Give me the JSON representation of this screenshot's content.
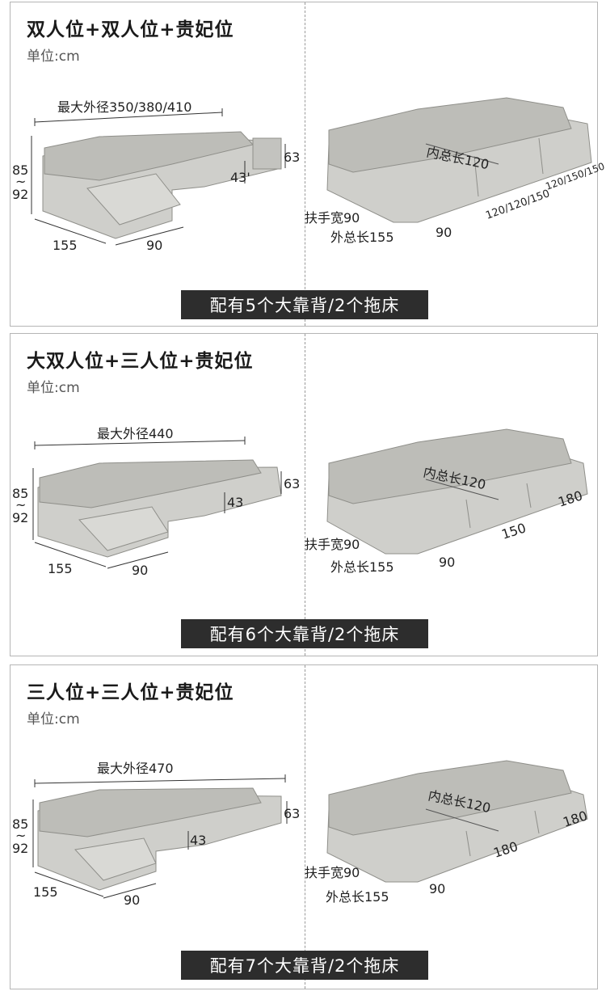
{
  "panels": [
    {
      "title": "双人位+双人位+贵妃位",
      "unit": "单位:cm",
      "left_dims": {
        "max_outer": "最大外径350/380/410",
        "height": "85",
        "tilde": "~",
        "height2": "92",
        "back_h": "63",
        "seat_h": "43'",
        "depth": "155",
        "chaise_w": "90"
      },
      "right_dims": {
        "inner_len": "内总长120",
        "armrest": "扶手宽90",
        "outer_len": "外总长155",
        "chaise_w": "90",
        "seg1": "120/120/150",
        "seg2": "120/150/150"
      },
      "banner": "配有5个大靠背/2个拖床"
    },
    {
      "title": "大双人位+三人位+贵妃位",
      "unit": "单位:cm",
      "left_dims": {
        "max_outer": "最大外径440",
        "height": "85",
        "tilde": "~",
        "height2": "92",
        "back_h": "63",
        "seat_h": "43",
        "depth": "155",
        "chaise_w": "90"
      },
      "right_dims": {
        "inner_len": "内总长120",
        "armrest": "扶手宽90",
        "outer_len": "外总长155",
        "chaise_w": "90",
        "seg1": "150",
        "seg2": "180"
      },
      "banner": "配有6个大靠背/2个拖床"
    },
    {
      "title": "三人位+三人位+贵妃位",
      "unit": "单位:cm",
      "left_dims": {
        "max_outer": "最大外径470",
        "height": "85",
        "tilde": "~",
        "height2": "92",
        "back_h": "63",
        "seat_h": "43",
        "depth": "155",
        "chaise_w": "90"
      },
      "right_dims": {
        "inner_len": "内总长120",
        "armrest": "扶手宽90",
        "outer_len": "外总长155",
        "chaise_w": "90",
        "seg1": "180",
        "seg2": "180"
      },
      "banner": "配有7个大靠背/2个拖床"
    }
  ],
  "colors": {
    "sofa": "#c8c8c4",
    "sofa_dark": "#a9a9a4",
    "banner": "#2d2d2d",
    "border": "#b5b5b5"
  }
}
